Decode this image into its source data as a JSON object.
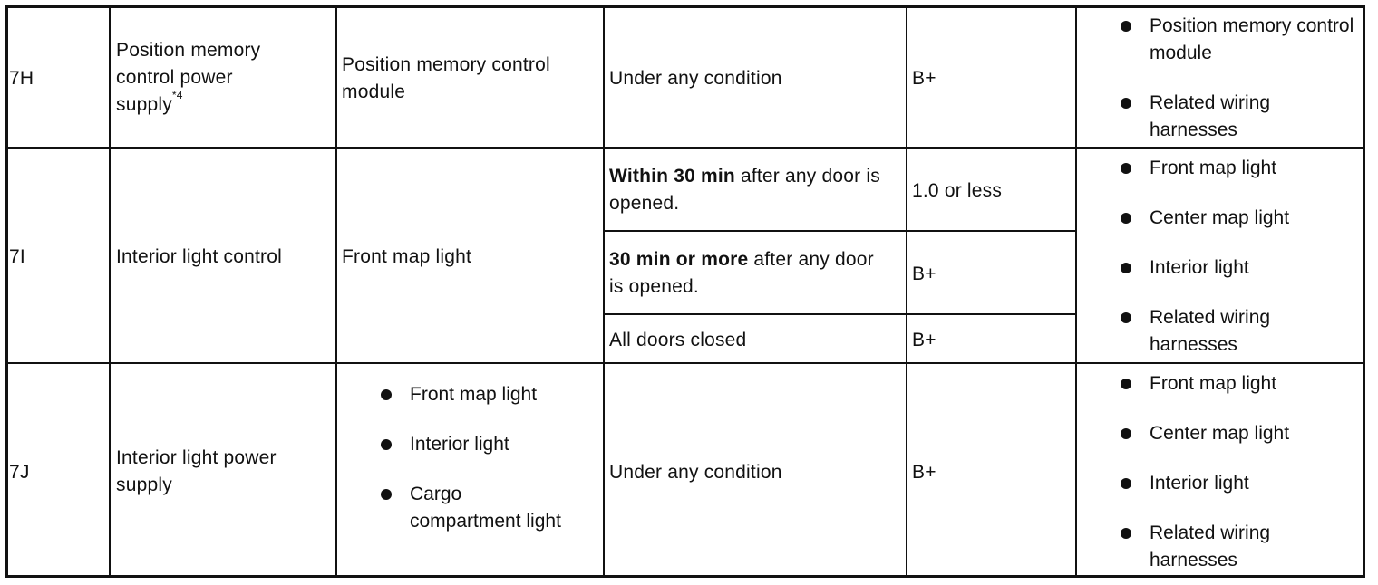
{
  "rows": [
    {
      "terminal": "7H",
      "connected_to_lines": [
        "Position memory",
        "control power",
        "supply"
      ],
      "connected_to_sup": "*4",
      "measurement": "Position memory control module",
      "conditions": [
        {
          "bold": "",
          "text": "Under any condition",
          "voltage": "B+"
        }
      ],
      "inspection": [
        "Position memory control module",
        "Related wiring harnesses"
      ]
    },
    {
      "terminal": "7I",
      "connected_to": "Interior light control",
      "measurement": "Front map light",
      "conditions": [
        {
          "bold": "Within 30 min",
          "text": " after any door is opened.",
          "voltage": "1.0 or less"
        },
        {
          "bold": "30 min or more",
          "text": " after any door is opened.",
          "voltage": "B+"
        },
        {
          "bold": "",
          "text": "All doors closed",
          "voltage": "B+"
        }
      ],
      "inspection": [
        "Front map light",
        "Center map light",
        "Interior light",
        "Related wiring harnesses"
      ]
    },
    {
      "terminal": "7J",
      "connected_to": "Interior light power supply",
      "measurement_list": [
        "Front map light",
        "Interior light",
        "Cargo compartment light"
      ],
      "conditions": [
        {
          "bold": "",
          "text": "Under any condition",
          "voltage": "B+"
        }
      ],
      "inspection": [
        "Front map light",
        "Center map light",
        "Interior light",
        "Related wiring harnesses"
      ]
    }
  ]
}
